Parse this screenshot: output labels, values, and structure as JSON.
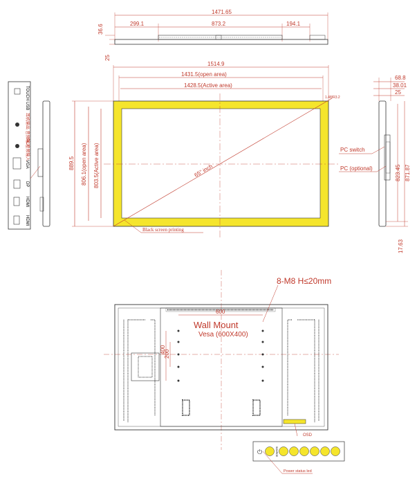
{
  "top_view": {
    "overall_width": "1471.65",
    "seg_left": "299.1",
    "seg_mid": "873.2",
    "seg_right": "194.1",
    "depth": "36.6",
    "depth2": "25"
  },
  "front_view": {
    "width": "1514.9",
    "open_width": "1431.5(open area)",
    "active_width": "1428.5(Active area)",
    "height": "889.5",
    "open_height": "806.1(open area)",
    "active_height": "803.5(Active area)",
    "diagonal": "65\" inch",
    "corner_note": "1.48/R3.2",
    "printing_label": "Black screen printing"
  },
  "side_view": {
    "d1": "68.8",
    "d2": "38.01",
    "d3": "25",
    "h1": "823.45",
    "h2": "871.87",
    "h3": "17.63",
    "pc_switch": "PC switch",
    "pc_optional": "PC (optional)"
  },
  "ports": [
    "TOUCH USB",
    "耳机输出 音频输入",
    "PC音频输入",
    "VGA",
    "DP",
    "HDMI",
    "HDMI"
  ],
  "back_view": {
    "mount_spec": "8-M8 H≤20mm",
    "title": "Wall Mount",
    "subtitle": "Vesa (600X400)",
    "dim_h": "600",
    "dim_v1": "400",
    "dim_v2": "200",
    "osd_label": "OSD",
    "power_led": "Power status led",
    "osd_text": "SOURCE"
  },
  "colors": {
    "dimension": "#c0392b",
    "yellow": "#f5e52c",
    "line": "#333333"
  }
}
